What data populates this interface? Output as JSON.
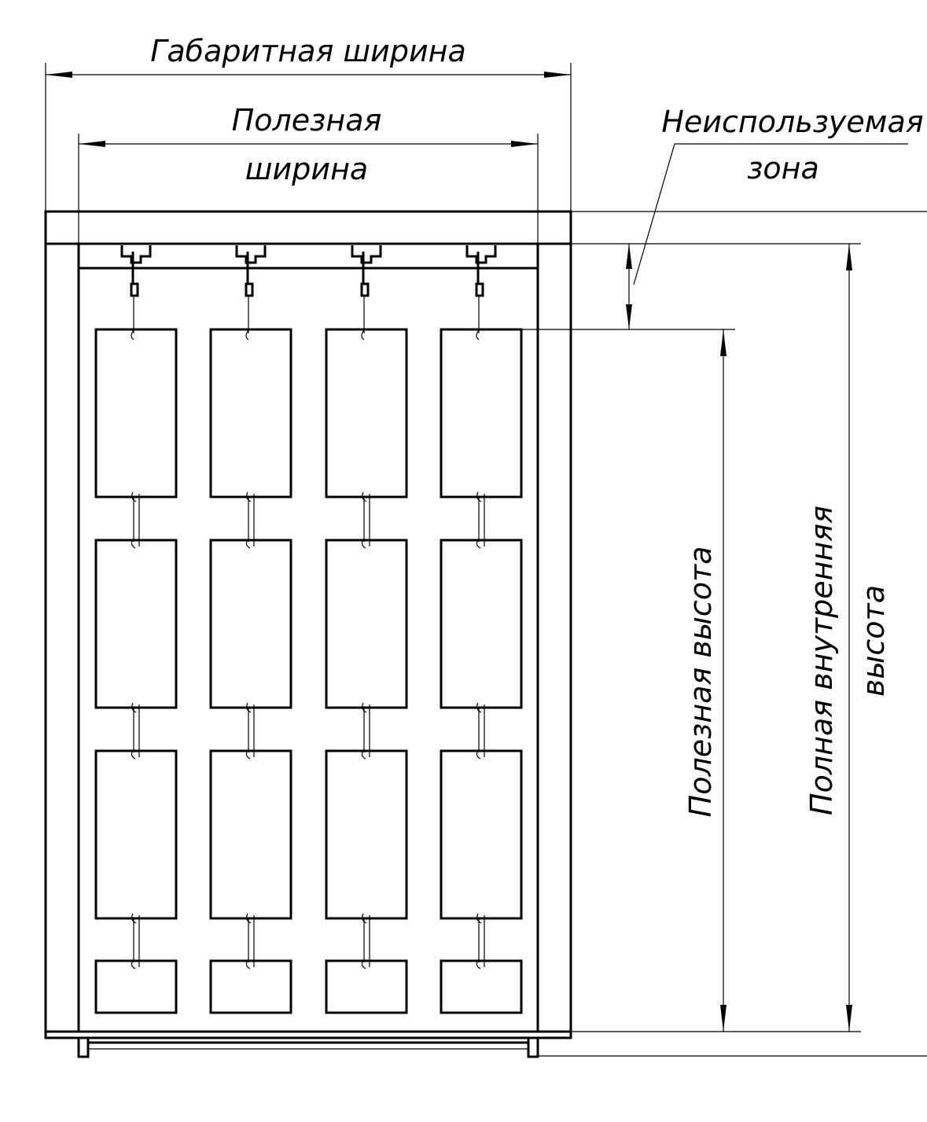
{
  "labels": {
    "overall_width": "Габаритная ширина",
    "useful_width_line1": "Полезная",
    "useful_width_line2": "ширина",
    "unused_zone_line1": "Неиспользуемая",
    "unused_zone_line2": "зона",
    "useful_height": "Полезная высота",
    "inner_height_line1": "Полная внутренняя",
    "inner_height_line2": "высота"
  },
  "layout_info": {
    "columns": 4,
    "rows": 4
  }
}
